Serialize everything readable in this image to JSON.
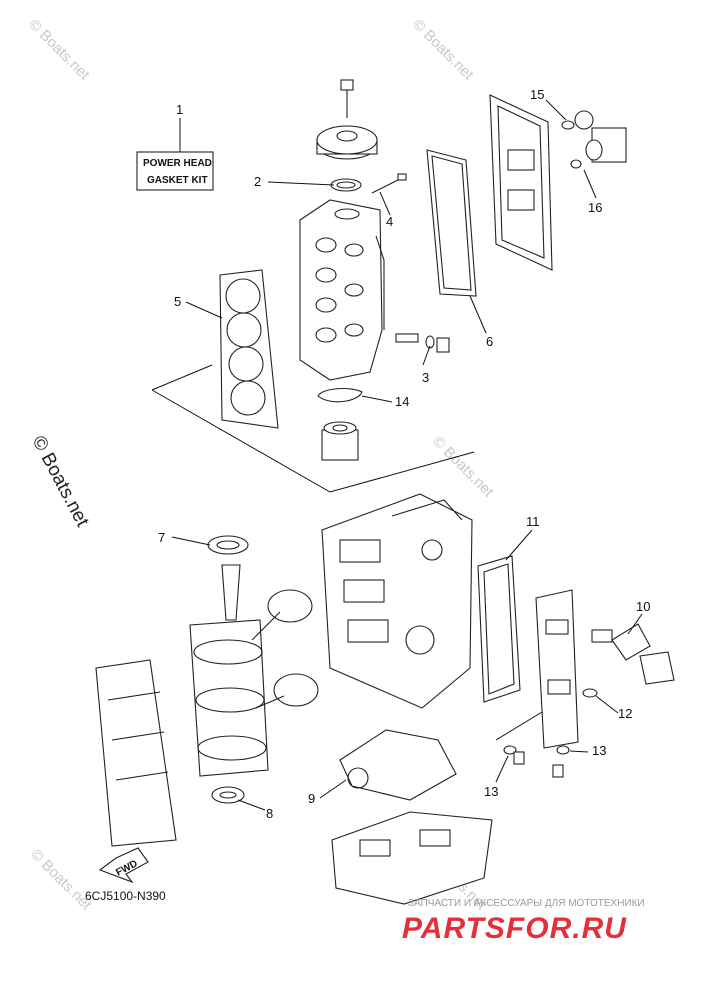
{
  "diagram": {
    "callouts": [
      "1",
      "2",
      "3",
      "4",
      "5",
      "6",
      "7",
      "8",
      "9",
      "10",
      "11",
      "12",
      "13",
      "13",
      "14",
      "15",
      "16"
    ],
    "kit_label_line1": "POWER HEAD",
    "kit_label_line2": "GASKET KIT",
    "fwd_label": "FWD",
    "drawing_code": "6CJ5100-N390"
  },
  "watermarks": {
    "side": "© Boats.net",
    "small": "© Boats.net"
  },
  "branding": {
    "tagline": "ЗАПЧАСТИ И АКСЕССУАРЫ ДЛЯ МОТОТЕХНИКИ",
    "logo": "PARTSFOR.RU",
    "color": "#e3303a"
  }
}
